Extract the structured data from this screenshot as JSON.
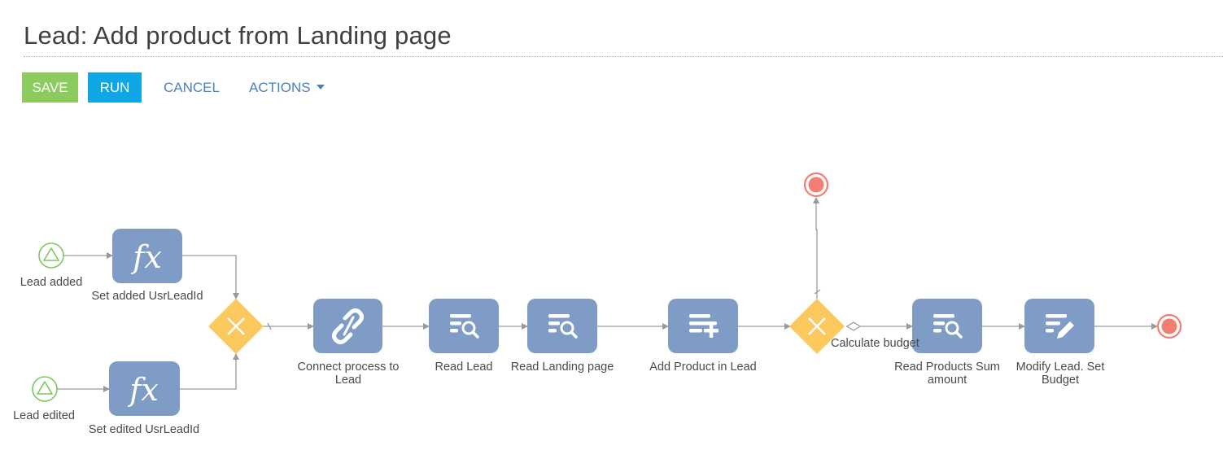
{
  "page": {
    "title": "Lead: Add product from Landing page"
  },
  "toolbar": {
    "save_label": "SAVE",
    "run_label": "RUN",
    "cancel_label": "CANCEL",
    "actions_label": "ACTIONS"
  },
  "colors": {
    "save": "#8ccc5e",
    "run": "#0fa6e6",
    "link": "#4c7fc0",
    "task": "#7e9cc6",
    "gateway": "#fbc85e",
    "start_event": "#7cc85d",
    "end_event": "#f07e72"
  },
  "diagram": {
    "start_events": [
      {
        "label": "Lead added"
      },
      {
        "label": "Lead edited"
      }
    ],
    "tasks": [
      {
        "label": "Set added UsrLeadId",
        "icon": "formula-icon"
      },
      {
        "label": "Set edited UsrLeadId",
        "icon": "formula-icon"
      },
      {
        "label": "Connect process to Lead",
        "icon": "link-icon"
      },
      {
        "label": "Read Lead",
        "icon": "read-data-icon"
      },
      {
        "label": "Read Landing page",
        "icon": "read-data-icon"
      },
      {
        "label": "Add Product in Lead",
        "icon": "add-data-icon"
      },
      {
        "label": "Read Products Sum amount",
        "icon": "read-data-icon"
      },
      {
        "label": "Modify Lead. Set Budget",
        "icon": "modify-data-icon"
      }
    ],
    "gateways": [
      {
        "type": "exclusive"
      },
      {
        "type": "exclusive"
      }
    ],
    "flow_labels": [
      {
        "label": "Calculate budget"
      }
    ],
    "end_events": [
      {
        "label": ""
      },
      {
        "label": ""
      }
    ]
  }
}
